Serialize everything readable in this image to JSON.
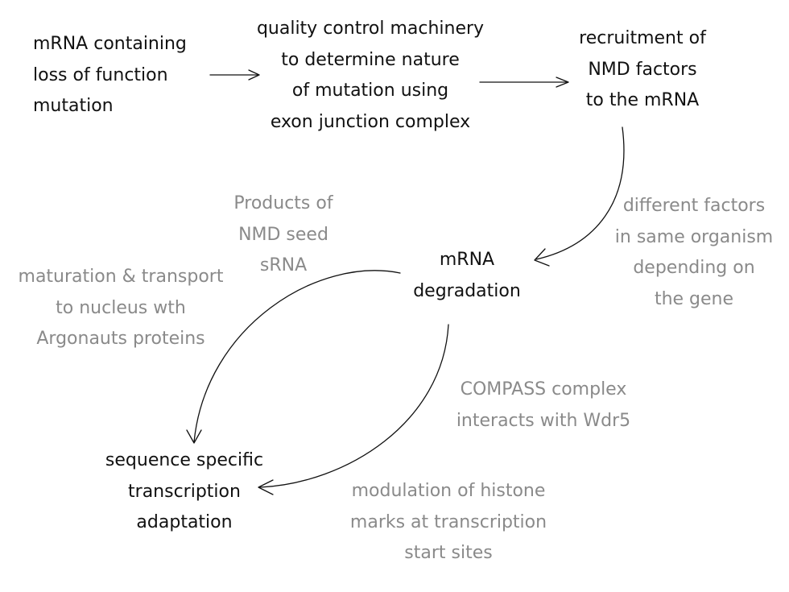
{
  "colors": {
    "primary_text": "#111111",
    "note_text": "#8a8a8a",
    "arrow": "#111111",
    "background": "#ffffff"
  },
  "nodes": {
    "mrna_mutation": [
      "mRNA containing",
      "loss of function",
      "mutation"
    ],
    "quality_control": [
      "quality control machinery",
      "to determine nature",
      "of mutation using",
      "exon junction complex"
    ],
    "nmd_recruitment": [
      "recruitment of",
      "NMD factors",
      "to the mRNA"
    ],
    "mrna_degradation": [
      "mRNA",
      "degradation"
    ],
    "transcription_adaptation": [
      "sequence specific",
      "transcription",
      "adaptation"
    ]
  },
  "notes": {
    "different_factors": [
      "different factors",
      "in same organism",
      "depending on",
      "the gene"
    ],
    "products_nmd": [
      "Products of",
      "NMD seed",
      "sRNA"
    ],
    "maturation": [
      "maturation & transport",
      "to nucleus wth",
      "Argonauts proteins"
    ],
    "compass": [
      "COMPASS complex",
      "interacts with Wdr5"
    ],
    "histone": [
      "modulation of histone",
      "marks at transcription",
      "start sites"
    ]
  }
}
